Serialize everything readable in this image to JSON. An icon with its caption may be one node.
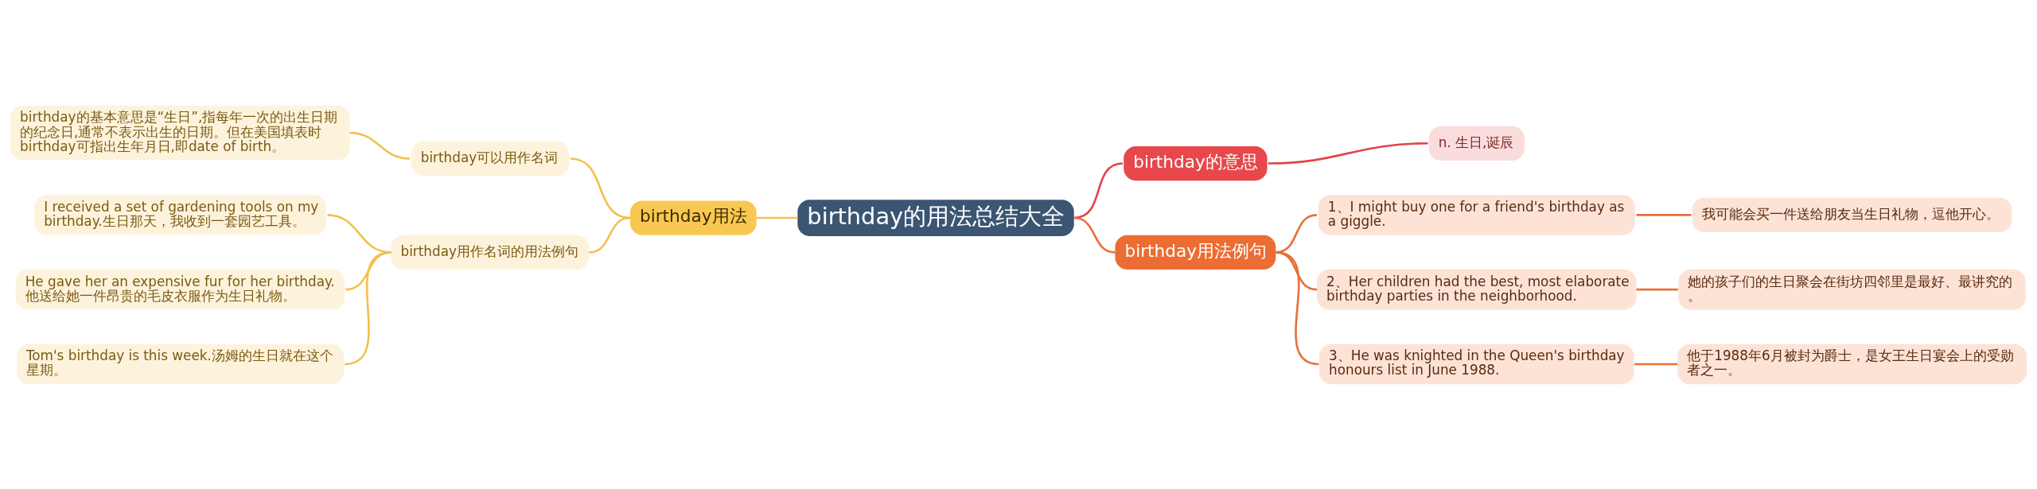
{
  "diagram": {
    "nodes": [
      {
        "text": [
          "birthday的用法总结大全"
        ]
      },
      {
        "text": [
          "birthday用法"
        ]
      },
      {
        "text": [
          "birthday可以用作名词"
        ]
      },
      {
        "text": [
          "birthday的基本意思是“生日”,指每年一次的出生日期的纪念日,通常不表示出生的日期。但在美国填表时birthday可指出生年月日,即date of birth。"
        ]
      },
      {
        "text": [
          "birthday用作名词的用法例句"
        ]
      },
      {
        "text": [
          "I received a set of gardening tools on my birthday.生日那天，我收到一套园艺工具。"
        ]
      },
      {
        "text": [
          "He gave her an expensive fur for her birthday.他送给她一件昂贵的毛皮衣服作为生日礼物。"
        ]
      },
      {
        "text": [
          "Tom's birthday is this week.汤姆的生日就在这个星期。"
        ]
      },
      {
        "text": [
          "birthday的意思"
        ]
      },
      {
        "text": [
          "n. 生日,诞辰"
        ]
      },
      {
        "text": [
          "birthday用法例句"
        ]
      },
      {
        "text": [
          "1、I might buy one for a friend's birthday as a giggle."
        ]
      },
      {
        "text": [
          "我可能会买一件送给朋友当生日礼物，逗他开心。"
        ]
      },
      {
        "text": [
          "2、Her children had the best, most elaborate birthday parties in the neighborhood."
        ]
      },
      {
        "text": [
          "她的孩子们的生日聚会在街坊四邻里是最好、最讲究的。"
        ]
      },
      {
        "text": [
          "3、He was knighted in the Queen's birthday honours list in June 1988."
        ]
      },
      {
        "text": [
          "他于1988年6月被封为爵士，是女王生日宴会上的受勋者之一。"
        ]
      }
    ],
    "edges": [
      {
        "from": 0,
        "to": 1,
        "arrow": "none",
        "color": "#f2c14e"
      },
      {
        "from": 1,
        "to": 2,
        "arrow": "none",
        "color": "#f2c14e"
      },
      {
        "from": 2,
        "to": 3,
        "arrow": "none",
        "color": "#f2c14e"
      },
      {
        "from": 1,
        "to": 4,
        "arrow": "none",
        "color": "#f2c14e"
      },
      {
        "from": 4,
        "to": 5,
        "arrow": "none",
        "color": "#f2c14e"
      },
      {
        "from": 4,
        "to": 6,
        "arrow": "none",
        "color": "#f2c14e"
      },
      {
        "from": 4,
        "to": 7,
        "arrow": "none",
        "color": "#f2c14e"
      },
      {
        "from": 0,
        "to": 8,
        "arrow": "none",
        "color": "#e0454a"
      },
      {
        "from": 8,
        "to": 9,
        "arrow": "none",
        "color": "#e0454a"
      },
      {
        "from": 0,
        "to": 10,
        "arrow": "none",
        "color": "#e8703a"
      },
      {
        "from": 10,
        "to": 11,
        "arrow": "none",
        "color": "#e8703a"
      },
      {
        "from": 11,
        "to": 12,
        "arrow": "none",
        "color": "#e8703a"
      },
      {
        "from": 10,
        "to": 13,
        "arrow": "none",
        "color": "#e8703a"
      },
      {
        "from": 13,
        "to": 14,
        "arrow": "none",
        "color": "#e8703a"
      },
      {
        "from": 10,
        "to": 15,
        "arrow": "none",
        "color": "#e8703a"
      },
      {
        "from": 15,
        "to": 16,
        "arrow": "none",
        "color": "#e8703a"
      }
    ]
  }
}
